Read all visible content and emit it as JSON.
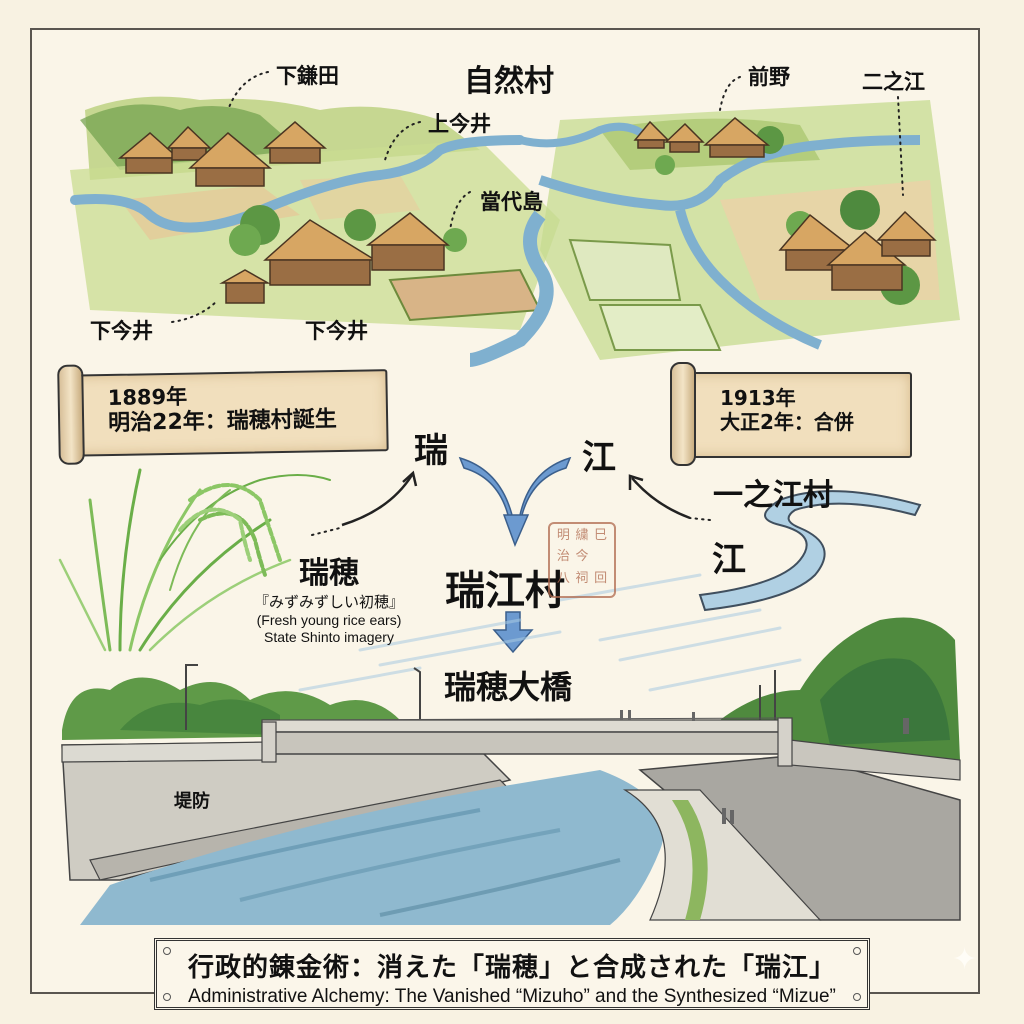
{
  "colors": {
    "paper": "#f8f2e2",
    "frame_border": "#5a5650",
    "river_blue": "#7fb0cf",
    "arrow_blue": "#5f8fc4",
    "field_green": "#a9c873",
    "forest_green": "#4e8a3e",
    "thatch": "#c99a5b",
    "scroll_parchment": "#f1dfbd",
    "seal_red": "#b06a4e",
    "concrete_gray": "#b7b4ac",
    "text": "#111111"
  },
  "top_section": {
    "title": "自然村",
    "hamlets": {
      "shimokamada": "下鎌田",
      "kamiimai": "上今井",
      "todaijima": "當代島",
      "shimoimai_left": "下今井",
      "shimoimai_center": "下今井",
      "maeno": "前野",
      "ninoe": "二之江"
    }
  },
  "scroll_left": {
    "year": "1889年",
    "event": "明治22年：瑞穂村誕生"
  },
  "scroll_right": {
    "year": "1913年",
    "event": "大正2年：合併"
  },
  "merge": {
    "left_char": "瑞",
    "right_char": "江",
    "result": "瑞江村",
    "bridge_name": "瑞穂大橋",
    "source_village": "一之江村",
    "river_char": "江"
  },
  "mizuho_origin": {
    "word": "瑞穂",
    "meaning_jp": "『みずみずしい初穂』",
    "meaning_en": "(Fresh young rice ears)",
    "note": "State Shinto imagery"
  },
  "seal": {
    "chars": [
      "明",
      "繍",
      "巳",
      "治",
      "今",
      "",
      "八",
      "祠",
      "回"
    ]
  },
  "bottom_section": {
    "embankment_label": "堤防"
  },
  "banner": {
    "title_jp": "行政的錬金術：消えた「瑞穂」と合成された「瑞江」",
    "title_en": "Administrative Alchemy: The Vanished “Mizuho” and the Synthesized “Mizue”"
  }
}
